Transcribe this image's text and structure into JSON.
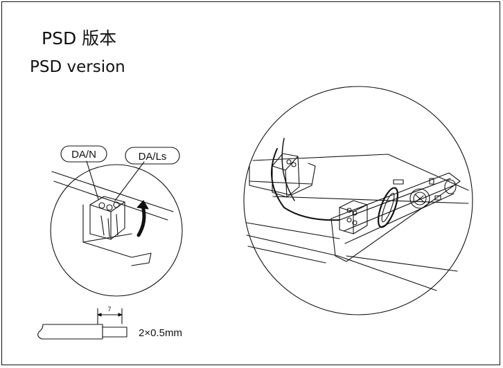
{
  "title": {
    "chinese": "PSD 版本",
    "english": "PSD version"
  },
  "labels": {
    "neutral": "DA/N",
    "line": "DA/Ls"
  },
  "strip": {
    "length": "7",
    "wire_spec": "2×0.5mm"
  }
}
